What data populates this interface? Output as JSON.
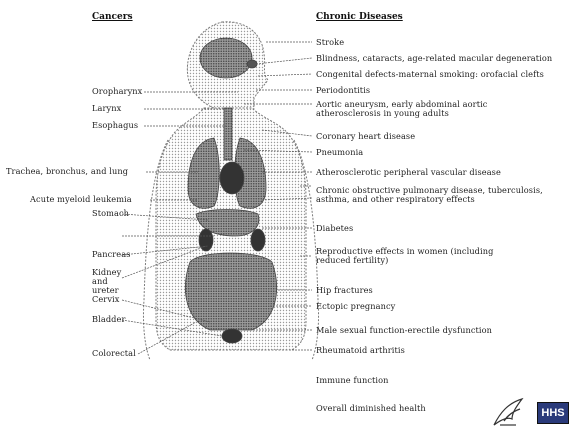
{
  "headers": {
    "left": "Cancers",
    "right": "Chronic Diseases"
  },
  "cancers": [
    "Oropharynx",
    "Larynx",
    "Esophagus",
    "Trachea, bronchus, and lung",
    "Acute myeloid leukemia",
    "Stomach",
    "Pancreas",
    "Kidney and ureter",
    "Cervix",
    "Bladder",
    "Colorectal"
  ],
  "diseases": [
    "Stroke",
    "Blindness, cataracts, age-related macular degeneration",
    "Congenital defects-maternal smoking: orofacial clefts",
    "Periodontitis",
    "Aortic aneurysm, early abdominal aortic atherosclerosis in young adults",
    "Coronary heart disease",
    "Pneumonia",
    "Atherosclerotic peripheral vascular disease",
    "Chronic obstructive pulmonary disease, tuberculosis, asthma, and other respiratory effects",
    "Diabetes",
    "Reproductive effects in women (including reduced fertility)",
    "Hip fractures",
    "Ectopic pregnancy",
    "Male sexual function-erectile dysfunction",
    "Rheumatoid arthritis",
    "Immune function",
    "Overall diminished health"
  ],
  "logo": {
    "text": "HHS",
    "color": "#2a3a7a"
  }
}
